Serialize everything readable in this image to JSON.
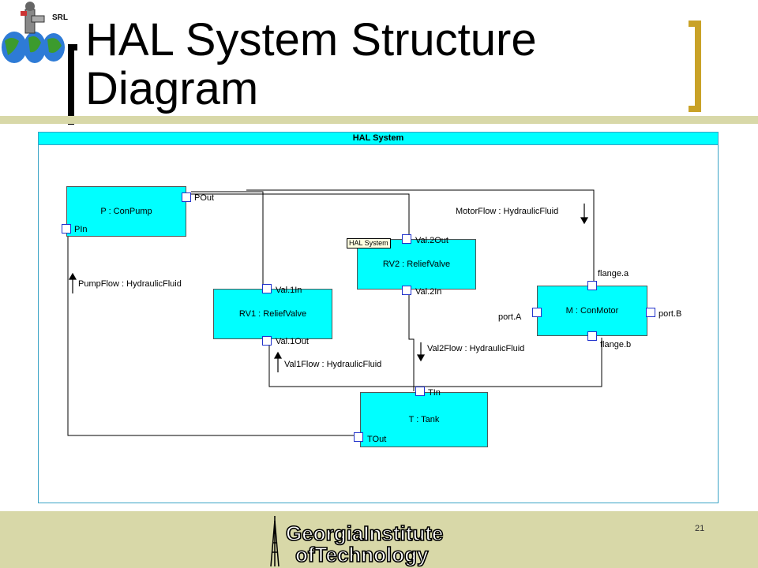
{
  "slide": {
    "title": "HAL System Structure Diagram",
    "srl_label": "SRL",
    "page_number": "21"
  },
  "window": {
    "title": "HAL System",
    "tooltip": "HAL System"
  },
  "blocks": {
    "pump": {
      "label": "P : ConPump",
      "ports": {
        "out": "POut",
        "in": "PIn"
      }
    },
    "rv2": {
      "label": "RV2 : ReliefValve",
      "ports": {
        "out": "Val.2Out",
        "in": "Val.2In"
      }
    },
    "rv1": {
      "label": "RV1 : ReliefValve",
      "ports": {
        "in": "Val.1In",
        "out": "Val.1Out"
      }
    },
    "motor": {
      "label": "M : ConMotor",
      "ports": {
        "flange_a": "flange.a",
        "flange_b": "flange.b",
        "port_a": "port.A",
        "port_b": "port.B"
      }
    },
    "tank": {
      "label": "T : Tank",
      "ports": {
        "in": "TIn",
        "out": "TOut"
      }
    }
  },
  "flows": {
    "motor": "MotorFlow : HydraulicFluid",
    "pump": "PumpFlow : HydraulicFluid",
    "val1": "Val1Flow : HydraulicFluid",
    "val2": "Val2Flow : HydraulicFluid"
  },
  "footer": {
    "logo_line1": "GeorgiaInstitute",
    "logo_line2": "ofTechnology"
  },
  "colors": {
    "block_fill": "#00ffff",
    "bracket_gold": "#c9a227",
    "band": "#d8d8a8"
  }
}
